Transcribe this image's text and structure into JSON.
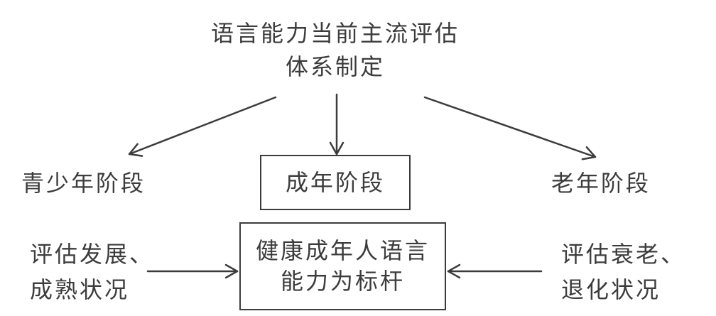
{
  "title": {
    "line1": "语言能力当前主流评估",
    "line2": "体系制定"
  },
  "stages": {
    "youth": "青少年阶段",
    "adult": "成年阶段",
    "elderly": "老年阶段"
  },
  "benchmark": {
    "line1": "健康成年人语言",
    "line2": "能力为标杆"
  },
  "left_note": {
    "line1": "评估发展、",
    "line2": "成熟状况"
  },
  "right_note": {
    "line1": "评估衰老、",
    "line2": "退化状况"
  },
  "colors": {
    "ink": "#3c3c3c",
    "background": "#ffffff"
  }
}
